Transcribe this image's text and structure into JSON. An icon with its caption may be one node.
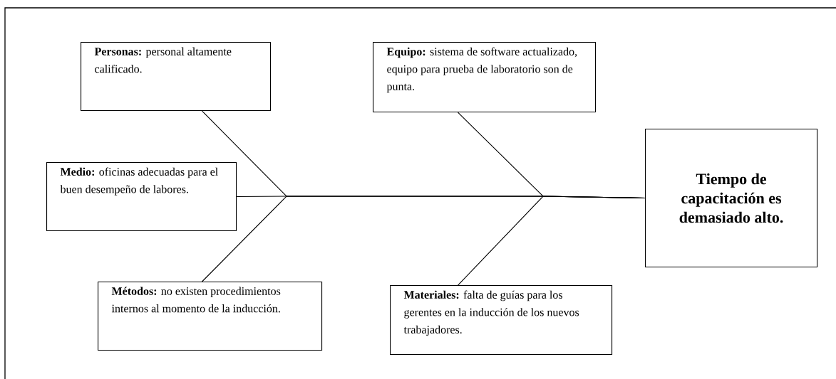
{
  "diagram": {
    "nodes": [
      {
        "text": [
          "**Personas:** personal altamente calificado."
        ]
      },
      {
        "text": [
          "**Equipo:** sistema de software actualizado, equipo para prueba de laboratorio son de punta."
        ]
      },
      {
        "text": [
          "**Medio:** oficinas adecuadas para el buen desempeño de labores."
        ]
      },
      {
        "text": [
          "Tiempo de capacitación es demasiado alto."
        ]
      },
      {
        "text": [
          "**Métodos:** no existen procedimientos internos al momento de la inducción."
        ]
      },
      {
        "text": [
          "**Materiales:** falta de guías para los gerentes en  la inducción de los nuevos trabajadores."
        ]
      }
    ],
    "edges": [
      {
        "from": 0,
        "to": 3,
        "arrow": "none"
      },
      {
        "from": 2,
        "to": 3,
        "arrow": "none"
      },
      {
        "from": 4,
        "to": 3,
        "arrow": "none"
      },
      {
        "from": 1,
        "to": 3,
        "arrow": "none"
      },
      {
        "from": 5,
        "to": 3,
        "arrow": "none"
      }
    ]
  }
}
